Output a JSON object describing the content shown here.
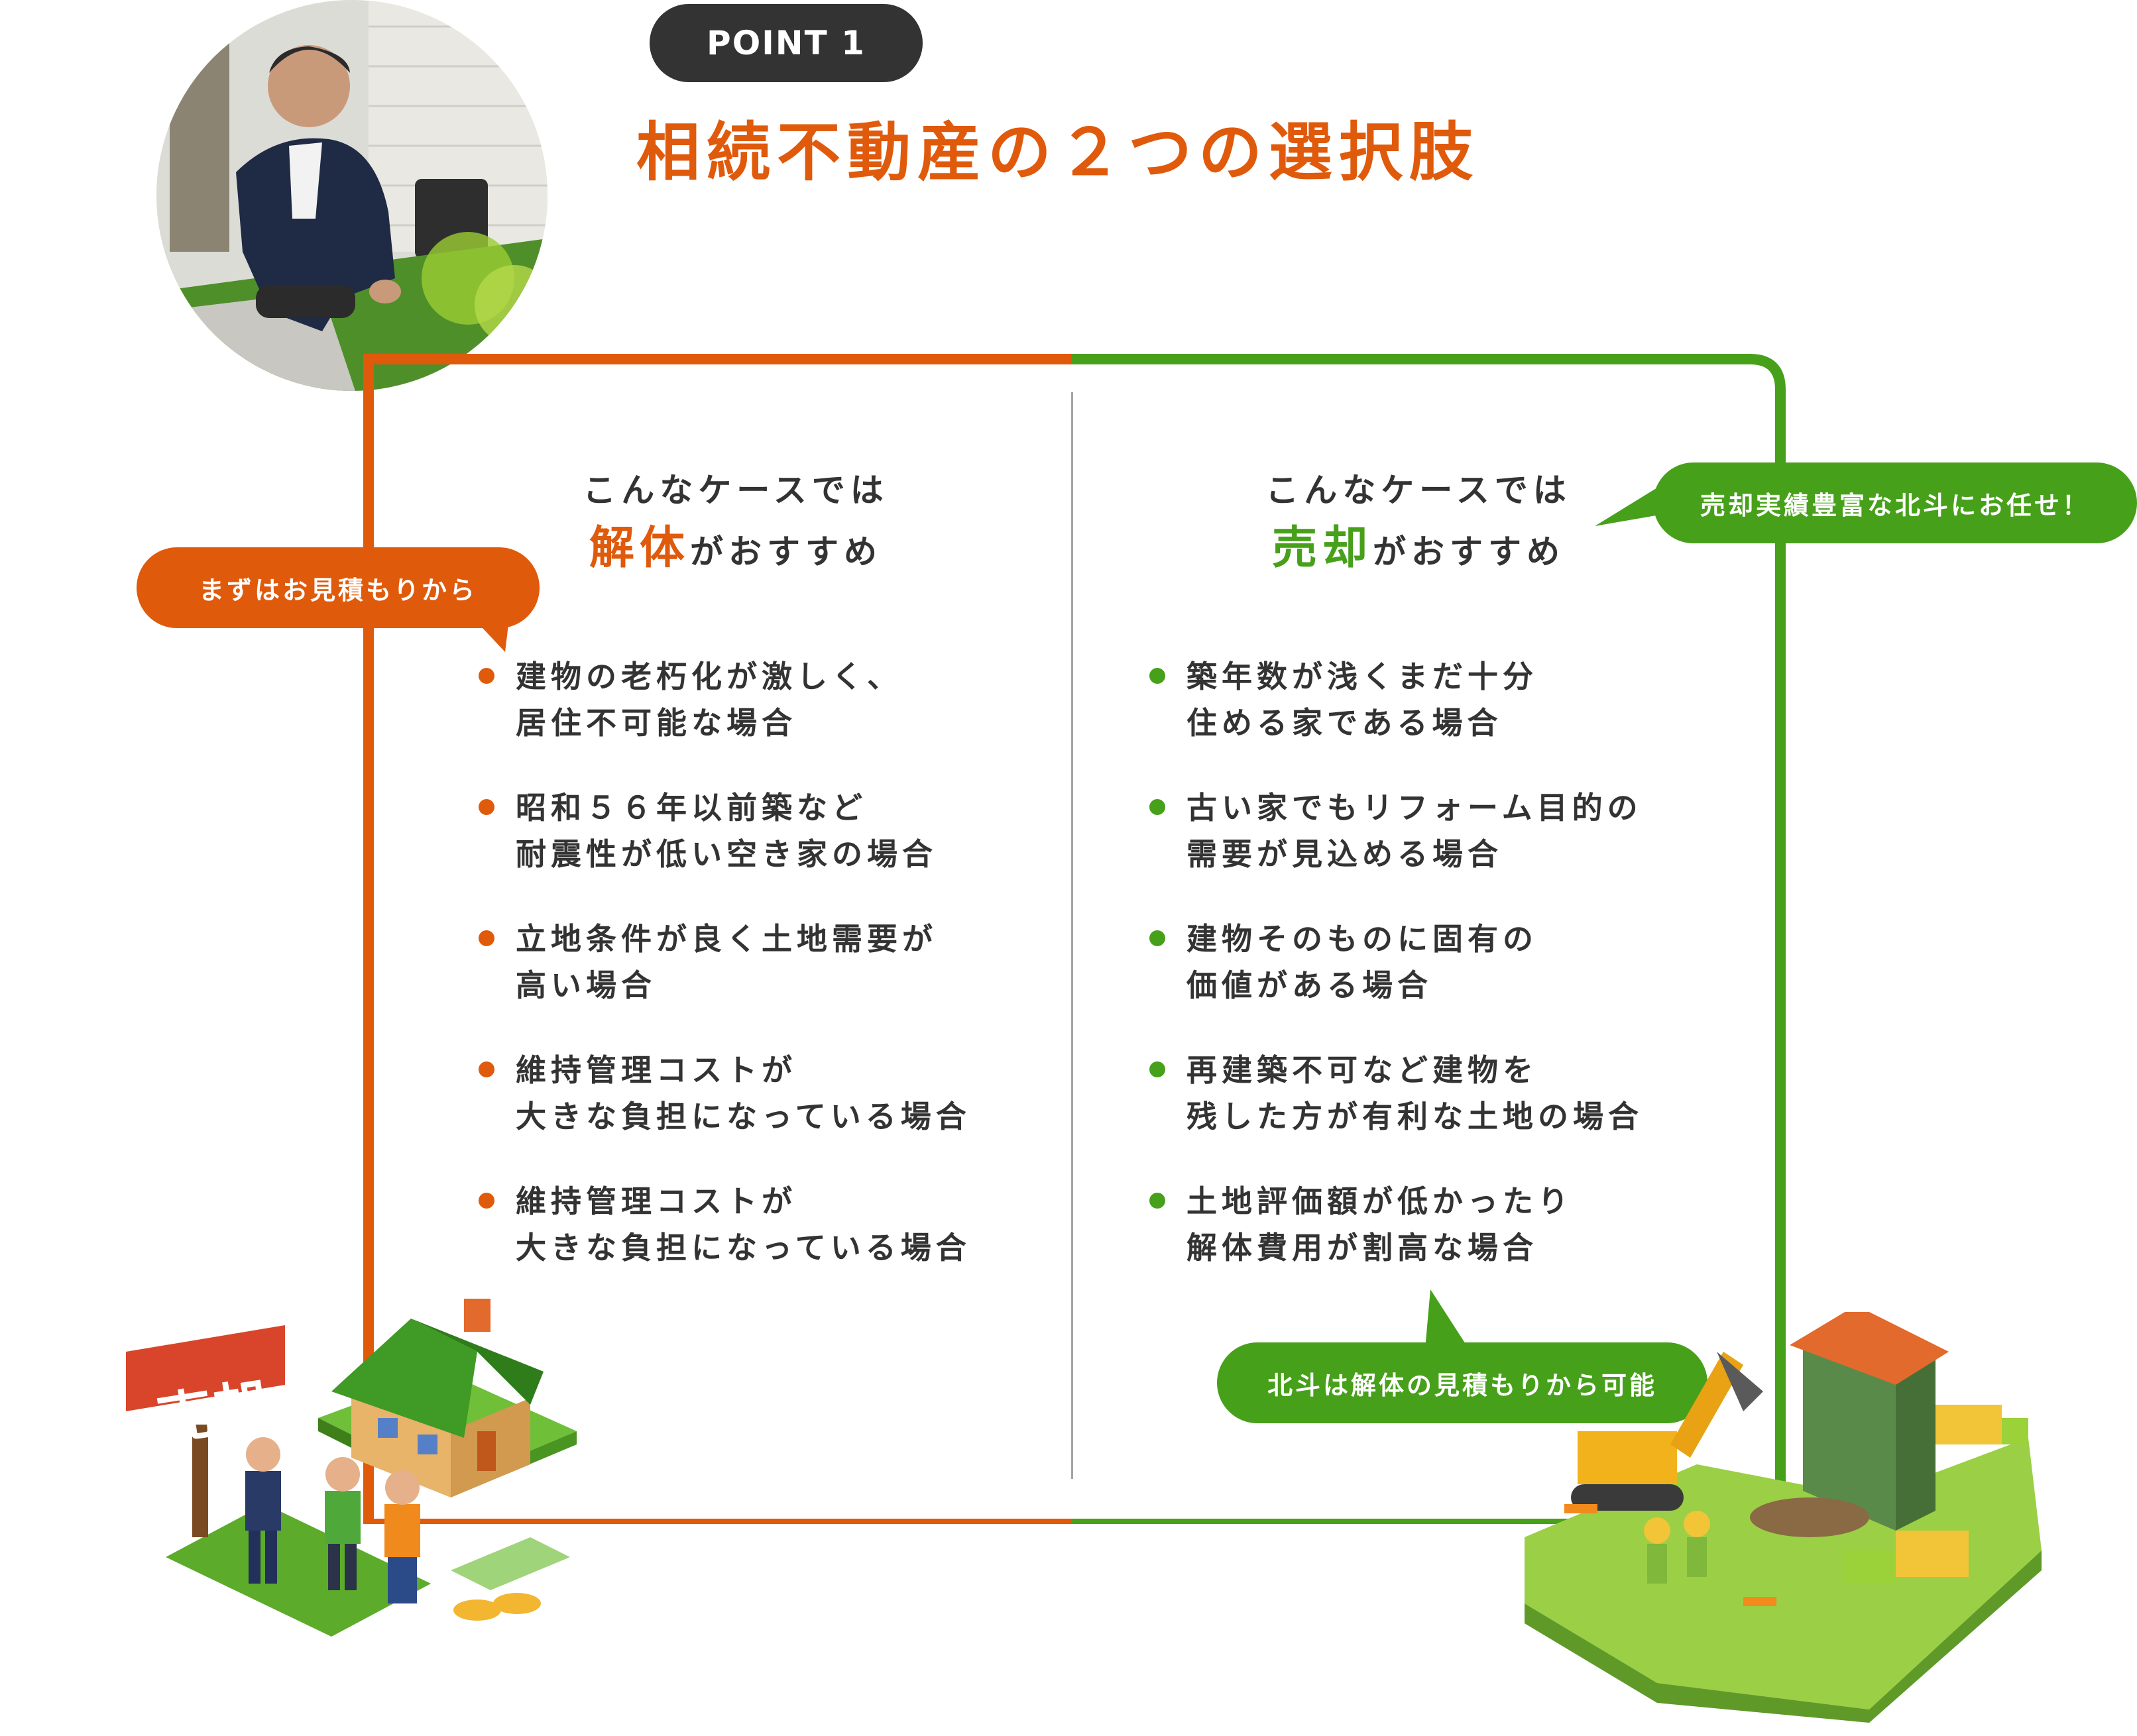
{
  "header": {
    "point_label": "POINT 1",
    "title": "相続不動産の２つの選択肢"
  },
  "photo": {
    "description_icon": "person-photo"
  },
  "left_column": {
    "heading_line1": "こんなケースでは",
    "heading_emphasis": "解体",
    "heading_rest": "がおすすめ",
    "bubble": "まずはお見積もりから",
    "items": [
      {
        "line1": "建物の老朽化が激しく、",
        "line2": "居住不可能な場合"
      },
      {
        "line1": "昭和５６年以前築など",
        "line2": "耐震性が低い空き家の場合"
      },
      {
        "line1": "立地条件が良く土地需要が",
        "line2": "高い場合"
      },
      {
        "line1": "維持管理コストが",
        "line2": "大きな負担になっている場合"
      },
      {
        "line1": "維持管理コストが",
        "line2": "大きな負担になっている場合"
      }
    ]
  },
  "right_column": {
    "heading_line1": "こんなケースでは",
    "heading_emphasis": "売却",
    "heading_rest": "がおすすめ",
    "bubble_top": "売却実績豊富な北斗にお任せ！",
    "bubble_bottom": "北斗は解体の見積もりから可能",
    "items": [
      {
        "line1": "築年数が浅くまだ十分",
        "line2": "住める家である場合"
      },
      {
        "line1": "古い家でもリフォーム目的の",
        "line2": "需要が見込める場合"
      },
      {
        "line1": "建物そのものに固有の",
        "line2": "価値がある場合"
      },
      {
        "line1": "再建築不可など建物を",
        "line2": "残した方が有利な土地の場合"
      },
      {
        "line1": "土地評価額が低かったり",
        "line2": "解体費用が割高な場合"
      }
    ]
  },
  "illustrations": {
    "sign_text": "売却"
  },
  "colors": {
    "orange": "#e05a0c",
    "green": "#47a019",
    "dark": "#333333"
  }
}
